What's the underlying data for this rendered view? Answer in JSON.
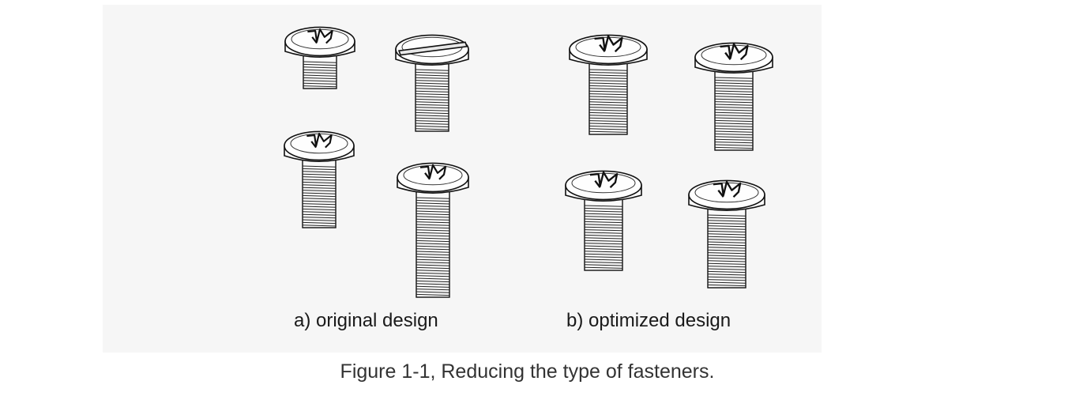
{
  "panels": {
    "a_label": "a) original design",
    "b_label": "b) optimized design"
  },
  "caption": "Figure 1-1, Reducing the type of fasteners.",
  "screws": {
    "original": [
      {
        "head": "phillips",
        "size": "short"
      },
      {
        "head": "slotted",
        "size": "medium"
      },
      {
        "head": "phillips",
        "size": "medium"
      },
      {
        "head": "phillips",
        "size": "long"
      }
    ],
    "optimized": [
      {
        "head": "phillips",
        "size": "medium"
      },
      {
        "head": "phillips",
        "size": "medium"
      },
      {
        "head": "phillips",
        "size": "medium"
      },
      {
        "head": "phillips",
        "size": "medium"
      }
    ]
  },
  "colors": {
    "ink": "#1a1a1a",
    "paper": "#f6f6f6"
  }
}
